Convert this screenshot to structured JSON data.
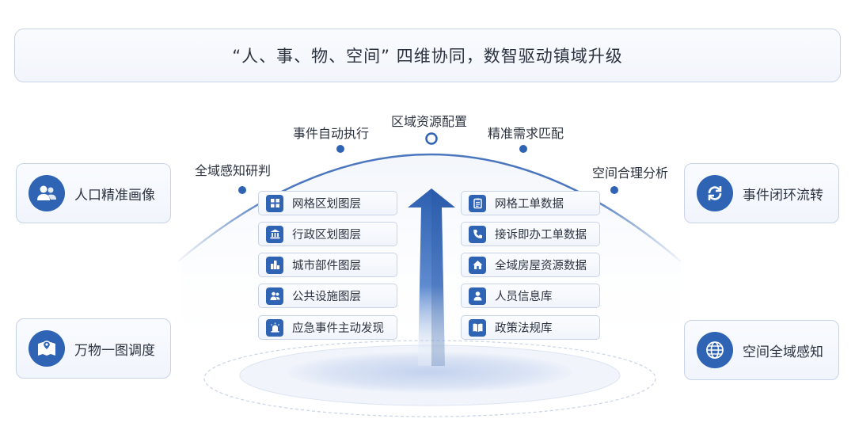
{
  "header": {
    "title": "“人、事、物、空间” 四维协同，数智驱动镇域升级"
  },
  "arc_labels": [
    "全域感知研判",
    "事件自动执行",
    "区域资源配置",
    "精准需求匹配",
    "空间合理分析"
  ],
  "side_cards": [
    {
      "label": "人口精准画像",
      "icon": "people-icon"
    },
    {
      "label": "万物一图调度",
      "icon": "map-pin-icon"
    },
    {
      "label": "事件闭环流转",
      "icon": "refresh-cycle-icon"
    },
    {
      "label": "空间全域感知",
      "icon": "globe-icon"
    }
  ],
  "left_layers": [
    {
      "label": "网格区划图层",
      "icon": "grid-icon"
    },
    {
      "label": "行政区划图层",
      "icon": "government-building-icon"
    },
    {
      "label": "城市部件图层",
      "icon": "city-buildings-icon"
    },
    {
      "label": "公共设施图层",
      "icon": "people-group-icon"
    },
    {
      "label": "应急事件主动发现",
      "icon": "alarm-light-icon"
    }
  ],
  "right_layers": [
    {
      "label": "网格工单数据",
      "icon": "clipboard-list-icon"
    },
    {
      "label": "接诉即办工单数据",
      "icon": "phone-icon"
    },
    {
      "label": "全域房屋资源数据",
      "icon": "house-icon"
    },
    {
      "label": "人员信息库",
      "icon": "person-icon"
    },
    {
      "label": "政策法规库",
      "icon": "book-icon"
    }
  ],
  "colors": {
    "accent": "#2f63b4",
    "border": "#c9d3e6",
    "arc": "#3868b8"
  }
}
